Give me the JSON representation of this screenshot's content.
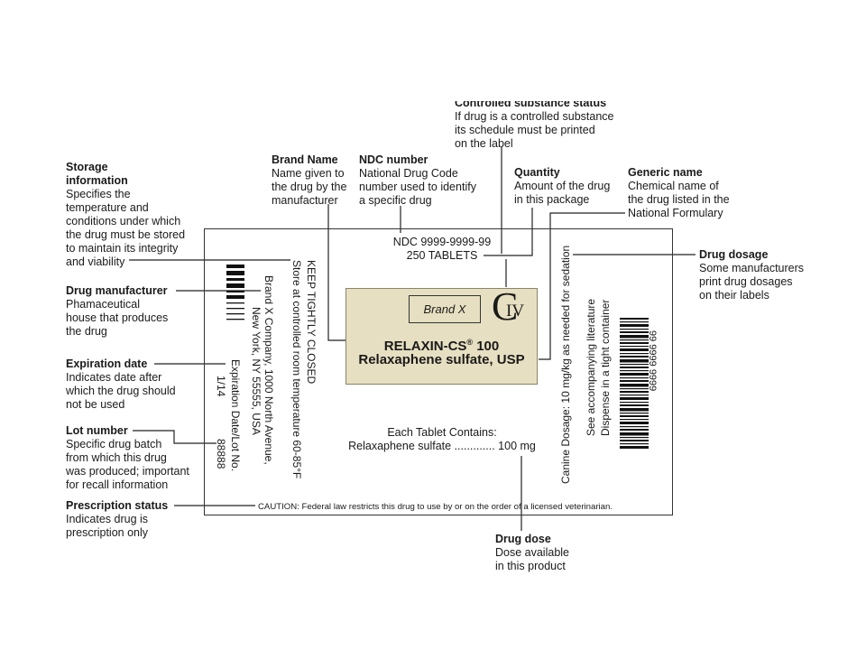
{
  "callouts": {
    "controlled": {
      "heading": "Controlled substance status",
      "lines": [
        "If drug is a controlled substance",
        "its schedule must be printed",
        "on the label"
      ]
    },
    "brand_name": {
      "heading": "Brand Name",
      "lines": [
        "Name given to",
        "the drug by the",
        "manufacturer"
      ]
    },
    "ndc_number": {
      "heading": "NDC number",
      "lines": [
        "National Drug Code",
        "number used to identify",
        "a specific drug"
      ]
    },
    "quantity": {
      "heading": "Quantity",
      "lines": [
        "Amount of the drug",
        "in this package"
      ]
    },
    "generic_name": {
      "heading": "Generic name",
      "lines": [
        "Chemical name of",
        "the drug listed in the",
        "National Formulary"
      ]
    },
    "storage": {
      "heading_lines": [
        "Storage",
        "information"
      ],
      "lines": [
        "Specifies the",
        "temperature and",
        "conditions under which",
        "the drug must be stored",
        "to maintain its integrity",
        "and viability"
      ]
    },
    "manufacturer": {
      "heading": "Drug manufacturer",
      "lines": [
        "Phamaceutical",
        "house that produces",
        "the drug"
      ]
    },
    "expiration": {
      "heading": "Expiration date",
      "lines": [
        "Indicates date after",
        "which the drug should",
        "not be used"
      ]
    },
    "lot": {
      "heading": "Lot number",
      "lines": [
        "Specific drug batch",
        "from which this drug",
        "was produced; important",
        "for recall information"
      ]
    },
    "prescription": {
      "heading": "Prescription status",
      "lines": [
        "Indicates drug is",
        "prescription only"
      ]
    },
    "dosage": {
      "heading": "Drug dosage",
      "lines": [
        "Some manufacturers",
        "print drug dosages",
        "on their labels"
      ]
    },
    "dose": {
      "heading": "Drug dose",
      "lines": [
        "Dose available",
        "in this product"
      ]
    }
  },
  "label": {
    "ndc": "NDC 9999-9999-99",
    "quantity": "250 TABLETS",
    "brand_box": "Brand X",
    "schedule_c": "C",
    "schedule_iv": "IV",
    "product_name": "RELAXIN-CS",
    "product_reg": "®",
    "product_strength": "100",
    "generic": "Relaxaphene sulfate, USP",
    "contains_heading": "Each Tablet Contains:",
    "contains_line": "Relaxaphene sulfate ............. 100 mg",
    "caution": "CAUTION: Federal law restricts this drug to use by or on the order of a licensed veterinarian.",
    "keep_closed": "KEEP TIGHTLY CLOSED",
    "store_temp": "Store at controlled room temperature 60-85°F",
    "company_line1": "Brand X Company, 1000 North Avenue,",
    "company_line2": "New York, NY 55555, USA",
    "exp_lot_label": "Expiration Date/Lot No.",
    "exp_value": "1/14",
    "lot_value": "88888",
    "canine_dosage": "Canine Dosage: 10 mg/kg as needed for sedation",
    "see_literature": "See accompanying literature",
    "dispense": "Dispense in a tight container",
    "barcode_number": "99 9999 9999"
  }
}
